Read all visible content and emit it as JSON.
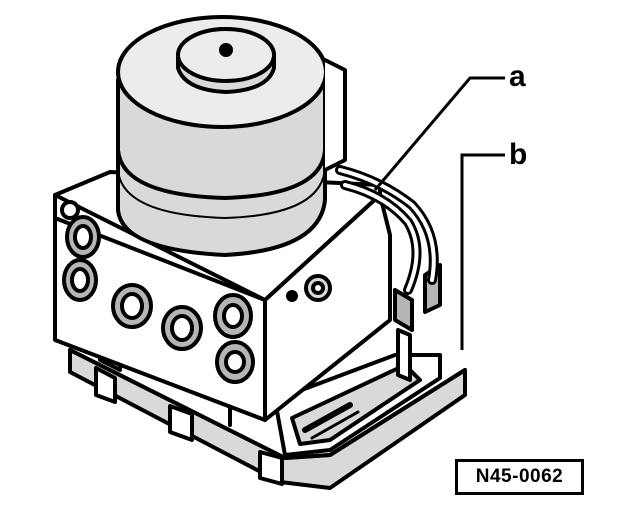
{
  "callouts": {
    "a": "a",
    "b": "b"
  },
  "reference_code": "N45-0062",
  "colors": {
    "ink": "#000000",
    "paper": "#ffffff",
    "shade": "#d9d9d9",
    "shade_dark": "#b5b5b5"
  }
}
